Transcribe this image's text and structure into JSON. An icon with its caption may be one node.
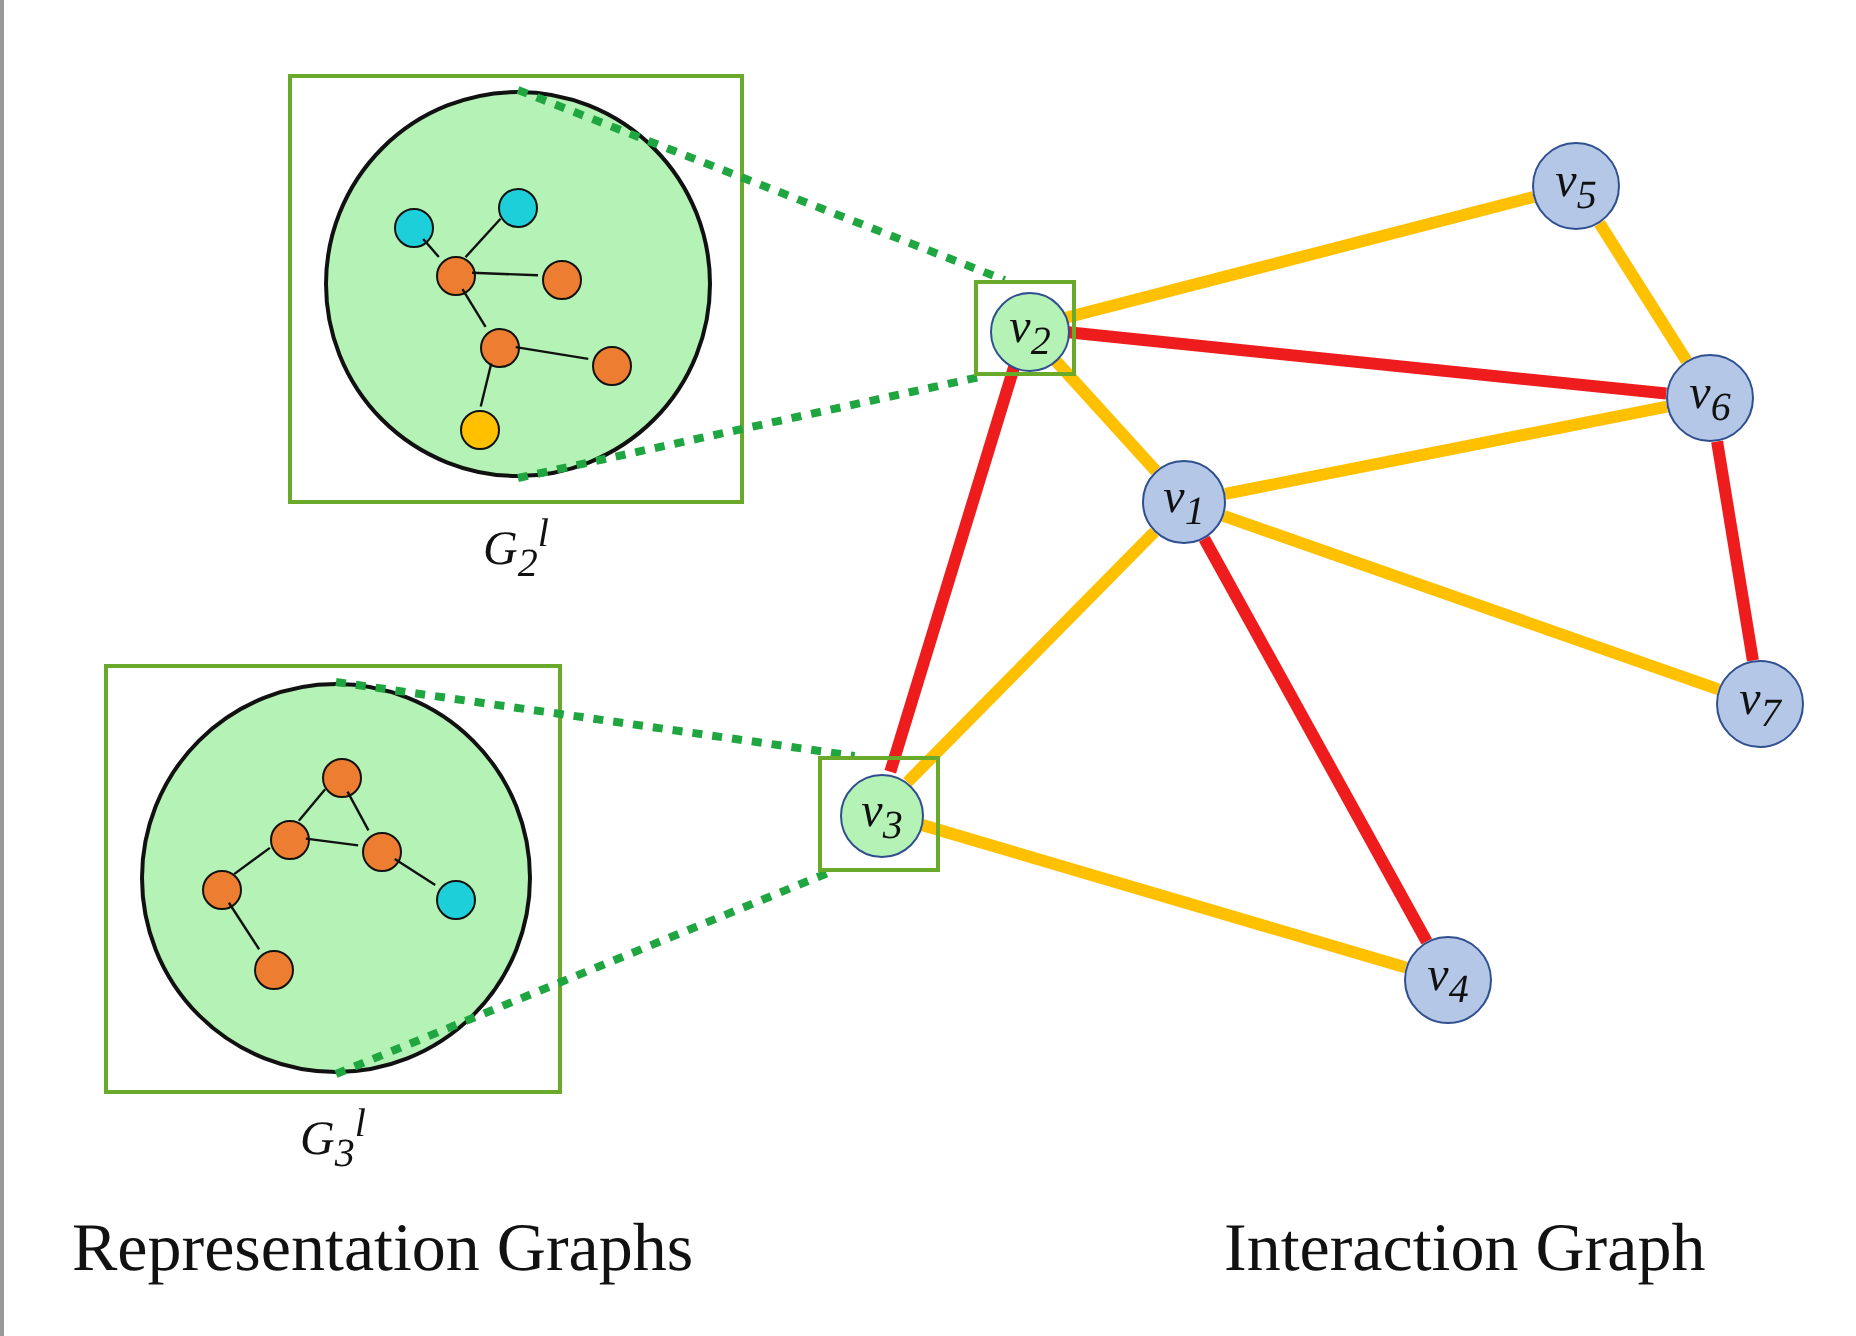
{
  "diagram": {
    "nodes": [
      {
        "text": [
          "G$_{2}$$^{l}$"
        ]
      },
      {
        "text": [],
        "shape": "circle",
        "in": 0
      },
      {
        "text": [],
        "shape": "circle",
        "in": 1
      },
      {
        "text": [],
        "shape": "circle",
        "in": 1
      },
      {
        "text": [],
        "shape": "circle",
        "in": 1
      },
      {
        "text": [],
        "shape": "circle",
        "in": 1
      },
      {
        "text": [],
        "shape": "circle",
        "in": 1
      },
      {
        "text": [],
        "shape": "circle",
        "in": 1
      },
      {
        "text": [],
        "shape": "circle",
        "in": 1
      },
      {
        "text": [
          "G$_{3}$$^{l}$"
        ]
      },
      {
        "text": [],
        "shape": "circle",
        "in": 9
      },
      {
        "text": [],
        "shape": "circle",
        "in": 10
      },
      {
        "text": [],
        "shape": "circle",
        "in": 10
      },
      {
        "text": [],
        "shape": "circle",
        "in": 10
      },
      {
        "text": [],
        "shape": "circle",
        "in": 10
      },
      {
        "text": [],
        "shape": "circle",
        "in": 10
      },
      {
        "text": [],
        "shape": "circle",
        "in": 10
      },
      {
        "text": [],
        "shape": "box"
      },
      {
        "text": [
          "v$_{2}$"
        ],
        "in": 17
      },
      {
        "text": [],
        "shape": "box"
      },
      {
        "text": [
          "v$_{3}$"
        ],
        "in": 19
      },
      {
        "text": [
          "v$_{1}$"
        ]
      },
      {
        "text": [
          "v$_{4}$"
        ]
      },
      {
        "text": [
          "v$_{5}$"
        ]
      },
      {
        "text": [
          "v$_{6}$"
        ]
      },
      {
        "text": [
          "v$_{7}$"
        ]
      }
    ],
    "edges": [
      {
        "from": 2,
        "to": 4,
        "arrow": "none"
      },
      {
        "from": 3,
        "to": 4,
        "arrow": "none"
      },
      {
        "from": 4,
        "to": 5,
        "arrow": "none"
      },
      {
        "from": 4,
        "to": 6,
        "arrow": "none"
      },
      {
        "from": 6,
        "to": 7,
        "arrow": "none"
      },
      {
        "from": 6,
        "to": 8,
        "arrow": "none"
      },
      {
        "from": 11,
        "to": 12,
        "arrow": "none"
      },
      {
        "from": 11,
        "to": 13,
        "arrow": "none"
      },
      {
        "from": 12,
        "to": 13,
        "arrow": "none"
      },
      {
        "from": 12,
        "to": 14,
        "arrow": "none"
      },
      {
        "from": 13,
        "to": 15,
        "arrow": "none"
      },
      {
        "from": 14,
        "to": 16,
        "arrow": "none"
      },
      {
        "from": 1,
        "to": 17,
        "arrow": "none",
        "style": "dashed",
        "color": "#1fa640"
      },
      {
        "from": 1,
        "to": 17,
        "arrow": "none",
        "style": "dashed",
        "color": "#1fa640"
      },
      {
        "from": 10,
        "to": 19,
        "arrow": "none",
        "style": "dashed",
        "color": "#1fa640"
      },
      {
        "from": 10,
        "to": 19,
        "arrow": "none",
        "style": "dashed",
        "color": "#1fa640"
      },
      {
        "from": 18,
        "to": 23,
        "arrow": "none",
        "color": "#ffc000"
      },
      {
        "from": 18,
        "to": 24,
        "arrow": "none",
        "color": "#ee1c1c"
      },
      {
        "from": 18,
        "to": 21,
        "arrow": "none",
        "color": "#ffc000"
      },
      {
        "from": 18,
        "to": 20,
        "arrow": "none",
        "color": "#ee1c1c"
      },
      {
        "from": 21,
        "to": 24,
        "arrow": "none",
        "color": "#ffc000"
      },
      {
        "from": 21,
        "to": 20,
        "arrow": "none",
        "color": "#ffc000"
      },
      {
        "from": 21,
        "to": 25,
        "arrow": "none",
        "color": "#ffc000"
      },
      {
        "from": 21,
        "to": 22,
        "arrow": "none",
        "color": "#ee1c1c"
      },
      {
        "from": 20,
        "to": 22,
        "arrow": "none",
        "color": "#ffc000"
      },
      {
        "from": 23,
        "to": 24,
        "arrow": "none",
        "color": "#ffc000"
      },
      {
        "from": 24,
        "to": 25,
        "arrow": "none",
        "color": "#ee1c1c"
      }
    ],
    "labels": [
      "Representation Graphs",
      "Interaction Graph"
    ]
  }
}
